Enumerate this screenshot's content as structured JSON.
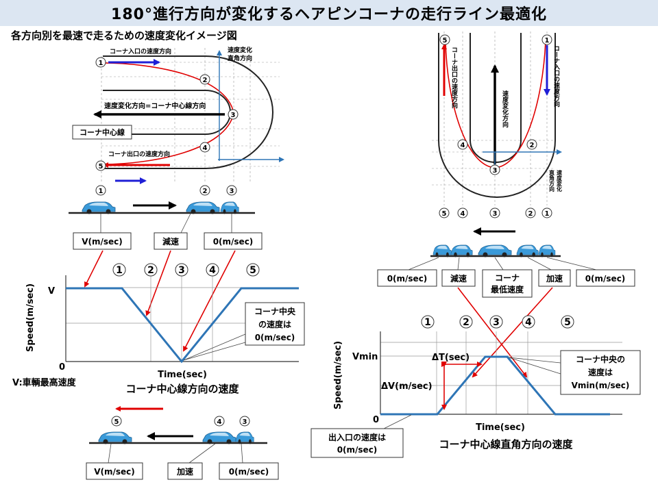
{
  "title": "180°進行方向が変化するヘアピンコーナの走行ライン最適化",
  "left": {
    "subtitle": "各方向別を最速で走るための速度変化イメージ図",
    "entry_dir": "コーナ入口の速度方向",
    "perp_label_1": "速度変化",
    "perp_label_2": "直角方向",
    "change_dir": "速度変化方向=コーナ中心線方向",
    "center_line": "コーナ中心線",
    "exit_dir": "コーナ出口の速度方向",
    "v_label": "V(m/sec)",
    "decel": "減速",
    "zero": "0(m/sec)",
    "accel": "加速",
    "v_axis": "V",
    "zero_axis": "0",
    "speed_axis": "Speed(m/sec)",
    "time_axis": "Time(sec)",
    "callout": [
      "コーナ中央",
      "の速度は",
      "0(m/sec)"
    ],
    "v_note": "V:車輌最高速度",
    "graph_title": "コーナ中心線方向の速度"
  },
  "right": {
    "entry_dir": "コーナ入口の速度方向",
    "exit_dir": "コーナ出口の速度方向",
    "change_dir": "速度変化方向",
    "perp_label_1": "速度変化",
    "perp_label_2": "直角方向",
    "zero": "0(m/sec)",
    "decel": "減速",
    "min_speed_1": "コーナ",
    "min_speed_2": "最低速度",
    "accel": "加速",
    "vmin_axis": "Vmin",
    "zero_axis": "0",
    "delta_t": "ΔT(sec)",
    "delta_v": "ΔV(m/sec)",
    "speed_axis": "Speed(m/sec)",
    "time_axis": "Time(sec)",
    "callout": [
      "コーナ中央の",
      "速度は",
      "Vmin(m/sec)"
    ],
    "entry_exit_note": [
      "出入口の速度は",
      "0(m/sec)"
    ],
    "graph_title": "コーナ中心線直角方向の速度"
  },
  "markers": [
    "1",
    "2",
    "3",
    "4",
    "5"
  ],
  "colors": {
    "title_bg": "#dce6f2",
    "speed_line": "#2e75b6",
    "red_arrow": "#e00000",
    "blue_arrow": "#1f1fd6",
    "car": "#3a9ad9"
  }
}
